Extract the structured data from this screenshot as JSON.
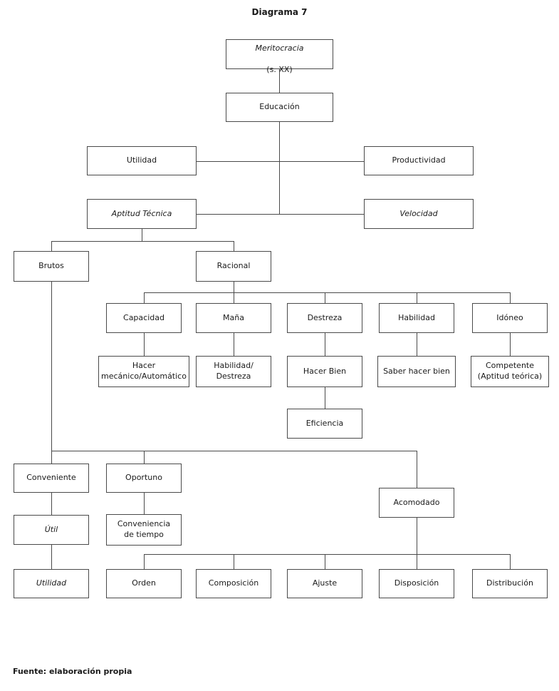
{
  "title": "Diagrama 7",
  "footer": "Fuente: elaboración propia",
  "nodes": {
    "meritocracia": {
      "title": "Meritocracia",
      "subtitle": "(s. XX)"
    },
    "educacion": {
      "label": "Educación"
    },
    "utilidad": {
      "label": "Utilidad"
    },
    "productividad": {
      "label": "Productividad"
    },
    "aptitud_tecnica": {
      "label": "Aptitud Técnica"
    },
    "velocidad": {
      "label": "Velocidad"
    },
    "brutos": {
      "label": "Brutos"
    },
    "racional": {
      "label": "Racional"
    },
    "capacidad": {
      "label": "Capacidad"
    },
    "mana": {
      "label": "Maña"
    },
    "destreza": {
      "label": "Destreza"
    },
    "habilidad": {
      "label": "Habilidad"
    },
    "idoneo": {
      "label": "Idóneo"
    },
    "hacer_mecanico": {
      "label": "Hacer\nmecánico/Automático"
    },
    "habilidad_destreza": {
      "label": "Habilidad/\nDestreza"
    },
    "hacer_bien": {
      "label": "Hacer Bien"
    },
    "saber_hacer_bien": {
      "label": "Saber hacer bien"
    },
    "competente": {
      "label": "Competente\n(Aptitud teórica)"
    },
    "eficiencia": {
      "label": "Eficiencia"
    },
    "conveniente": {
      "label": "Conveniente"
    },
    "oportuno": {
      "label": "Oportuno"
    },
    "acomodado": {
      "label": "Acomodado"
    },
    "util": {
      "label": "Útil"
    },
    "conveniencia_tiempo": {
      "label": "Conveniencia\nde tiempo"
    },
    "utilidad_final": {
      "label": "Utilidad"
    },
    "orden": {
      "label": "Orden"
    },
    "composicion": {
      "label": "Composición"
    },
    "ajuste": {
      "label": "Ajuste"
    },
    "disposicion": {
      "label": "Disposición"
    },
    "distribucion": {
      "label": "Distribución"
    }
  }
}
